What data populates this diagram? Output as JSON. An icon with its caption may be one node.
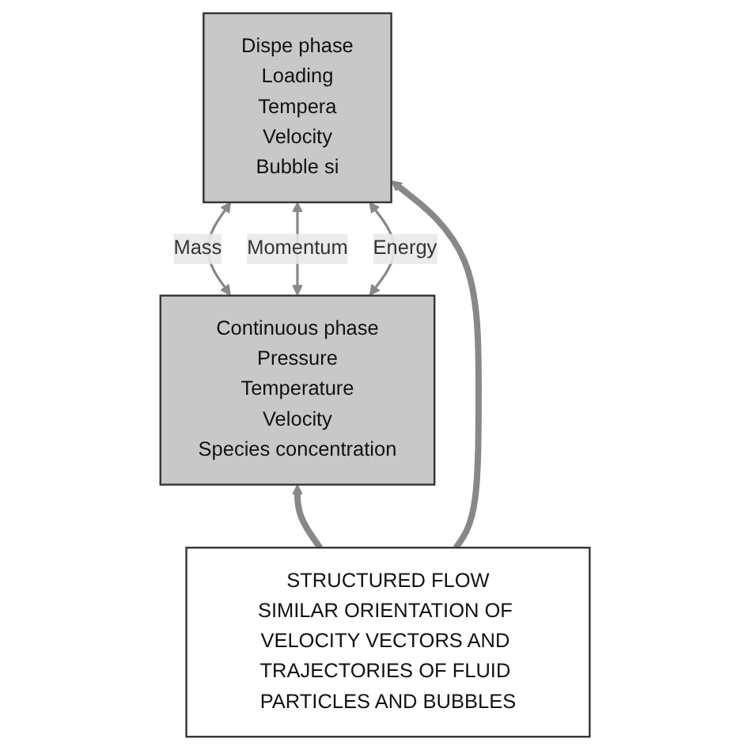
{
  "diagram": {
    "nodes": [
      {
        "text": [
          "Continuous phase",
          "Pressure",
          "Temperature",
          "Velocity",
          "Species concentration"
        ]
      },
      {
        "text": [
          "Dispe phase",
          "Loading",
          "Tempera",
          "Velocity",
          "Bubble si"
        ]
      },
      {
        "text": [
          "STRUCTURED FLOW",
          "SIMILAR ORIENTATION OF VELOCITY VECTORS AND TRAJECTORIES OF FLUID PARTICLES AND BUBBLES"
        ]
      }
    ],
    "edges": [
      {
        "from": 0,
        "to": 1,
        "arrow": "both",
        "label": "Mass"
      },
      {
        "from": 0,
        "to": 1,
        "arrow": "both",
        "label": "Momentum"
      },
      {
        "from": 0,
        "to": 1,
        "arrow": "both",
        "label": "Energy"
      },
      {
        "from": 2,
        "to": 0,
        "arrow": "to",
        "style": "thick"
      },
      {
        "from": 2,
        "to": 1,
        "arrow": "to",
        "style": "thick"
      }
    ]
  }
}
